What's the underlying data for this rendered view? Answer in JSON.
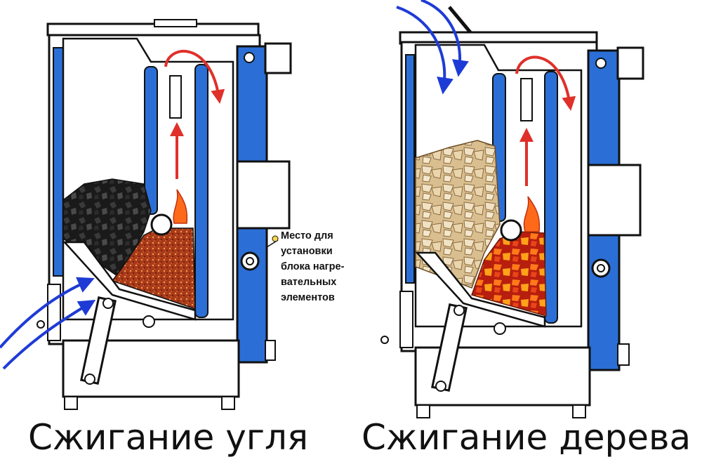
{
  "captions": {
    "coal": "Сжигание угля",
    "wood": "Сжигание дерева"
  },
  "annotation": {
    "lines": [
      "Место для",
      "установки",
      "блока нагре-",
      "вательных",
      "элементов"
    ]
  },
  "colors": {
    "boiler_blue": "#2b6fd6",
    "air_arrow": "#1f3bd6",
    "flue_arrow": "#e0302a",
    "flame": "#ff6a1a",
    "coal": "#1a1a1a",
    "ember": "#b8401c",
    "wood": "#e8d4ae",
    "burning_wood": "#d8361a",
    "outline": "#111111"
  },
  "icons": [
    "air-inlet-arrow-icon",
    "flue-gas-arrow-icon",
    "flame-icon",
    "pointer-dot-icon"
  ]
}
